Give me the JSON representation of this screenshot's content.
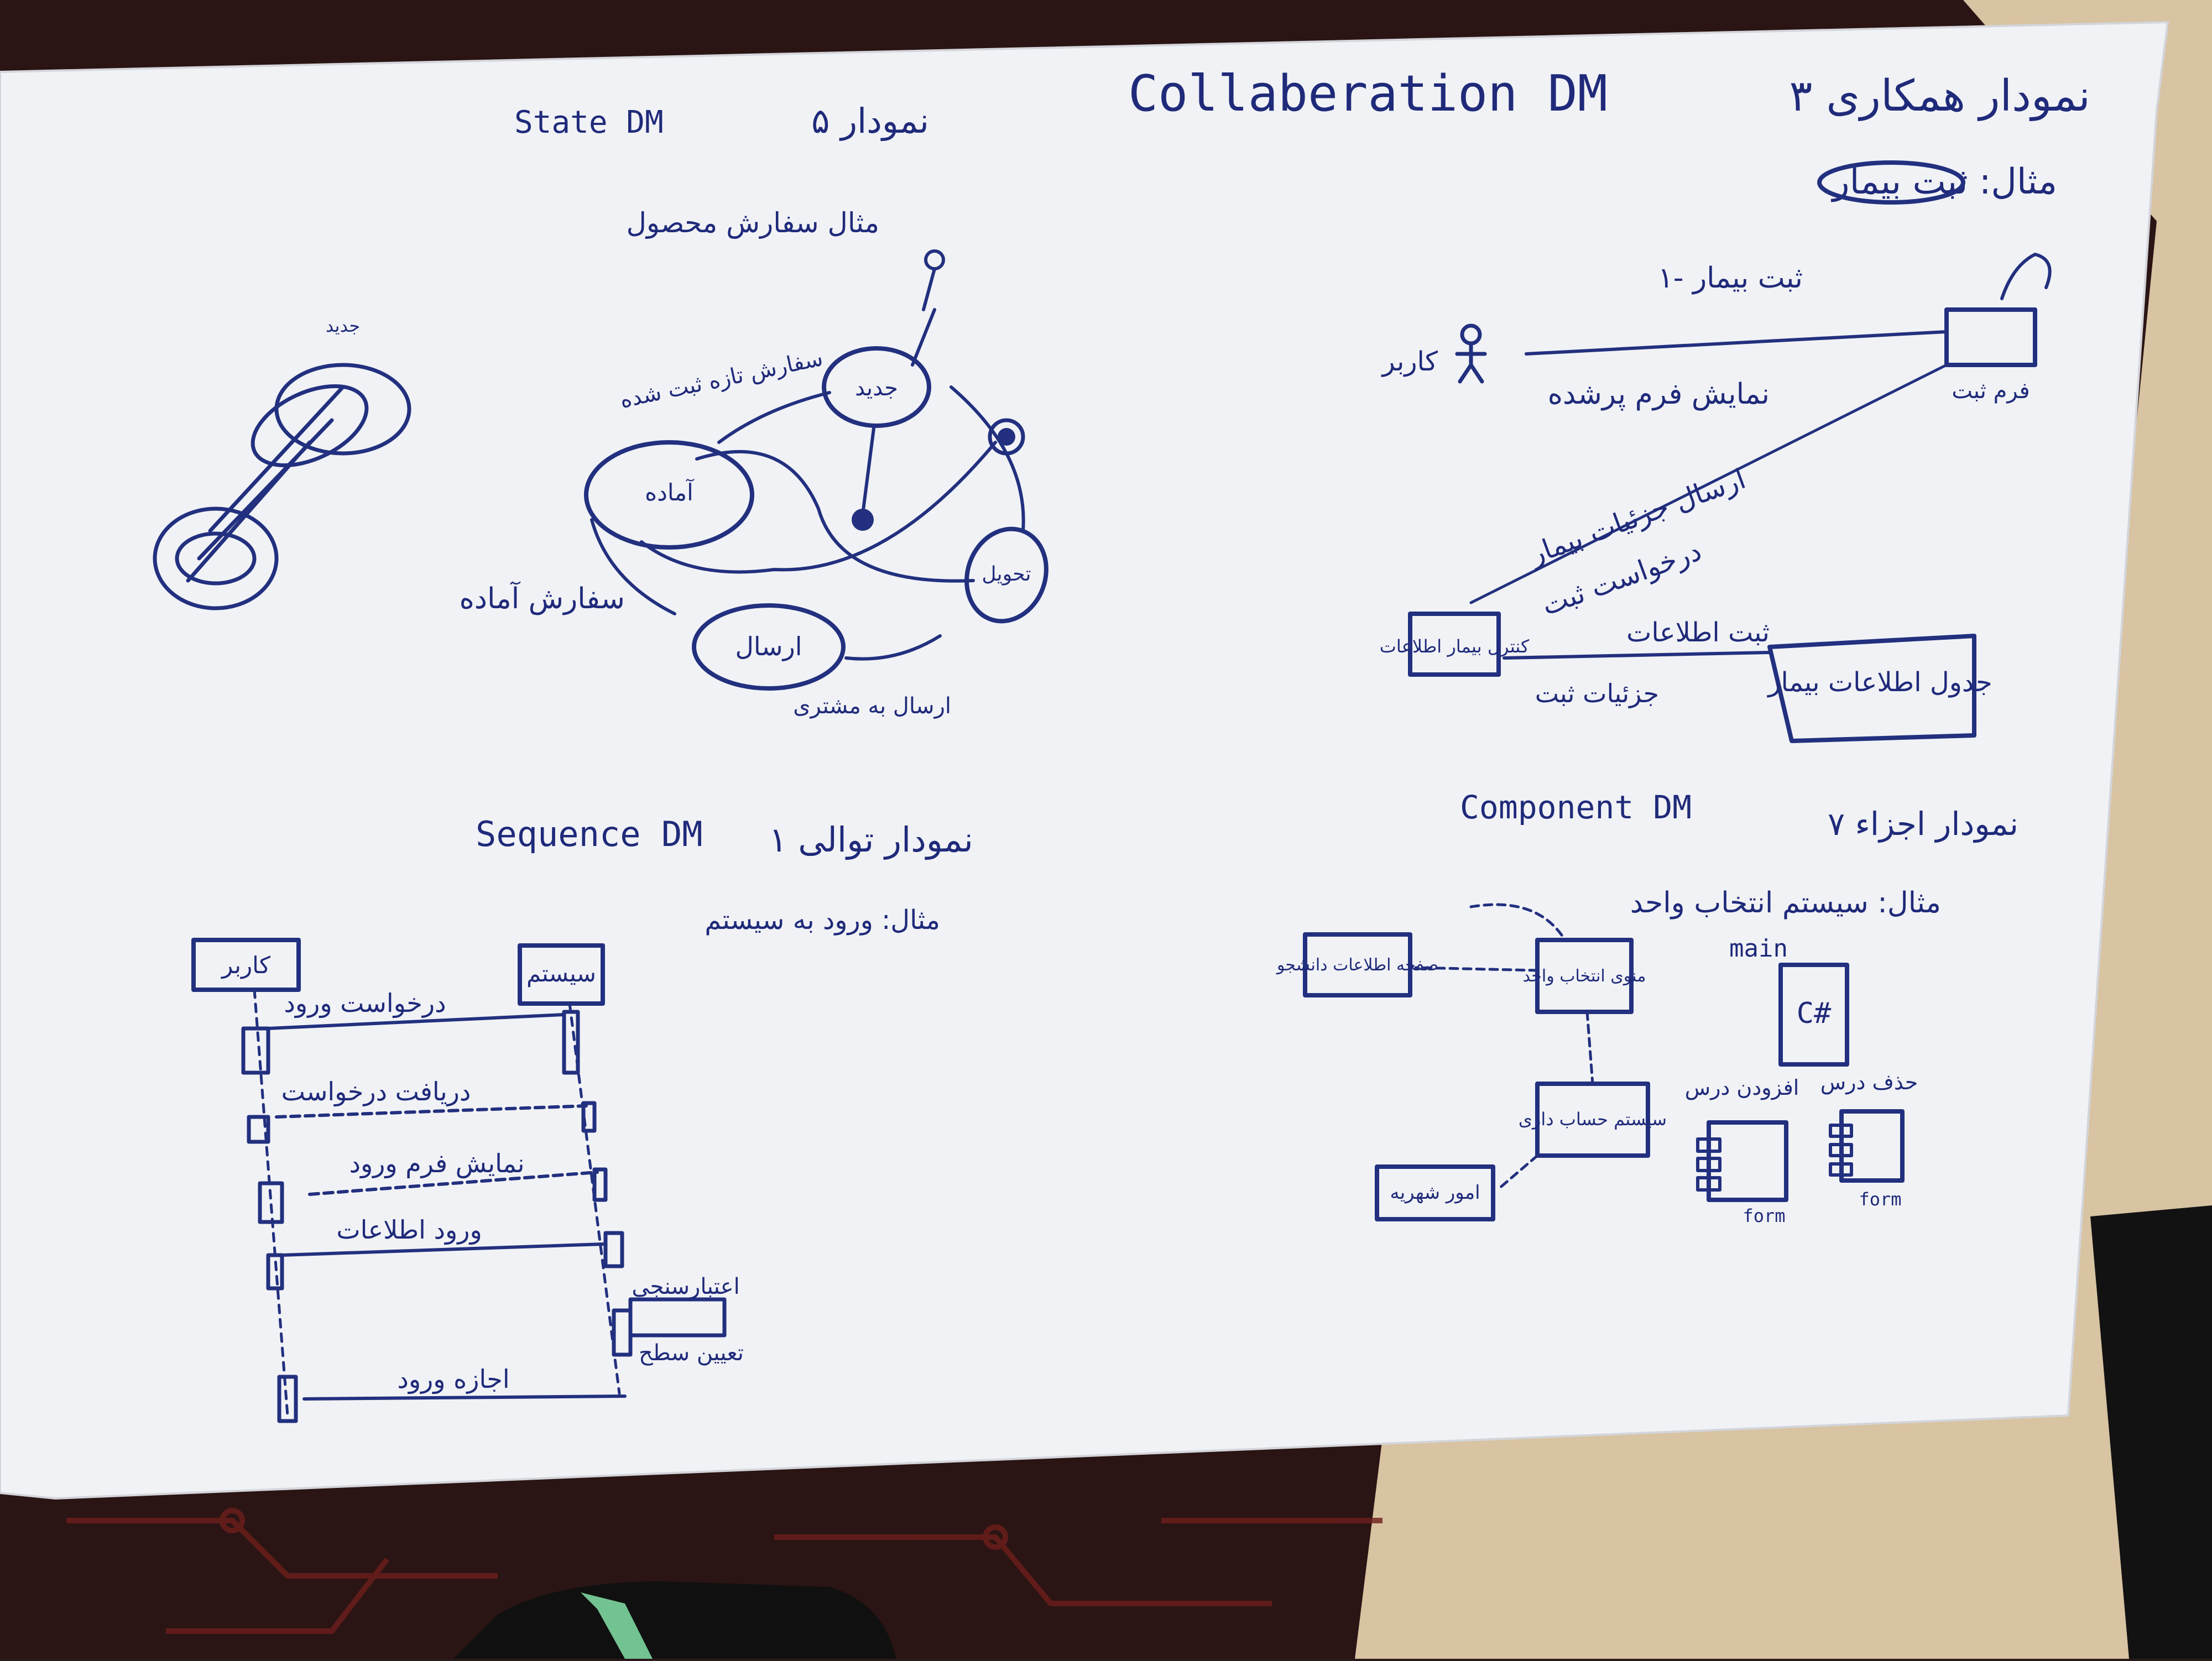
{
  "colors": {
    "paper": "#f2f3f6",
    "ink": "#22307f",
    "desk_wood": "#d9c4a3",
    "mat": "#3a1414",
    "mat_accent": "#c0352a",
    "device_glow": "#7ed6a0"
  },
  "sections": {
    "collaboration": {
      "heading_latin": "Collaberation DM",
      "heading_persian": "۳ نمودار همکاری",
      "example": "مثال: ثبت بیمار",
      "labels": {
        "actor": "کاربر",
        "form": "فرم ثبت",
        "msg1": "۱- ثبت بیمار",
        "msg2": "نمایش فرم پرشده",
        "msg3": "ارسال جزئیات بیمار",
        "msg4": "درخواست ثبت",
        "control": "کنترل بیمار اطلاعات",
        "table": "جدول اطلاعات بیمار",
        "msg5": "ثبت اطلاعات",
        "msg6": "جزئیات ثبت"
      }
    },
    "state": {
      "heading_latin": "State DM",
      "heading_persian": "۵ نمودار",
      "example": "مثال سفارش محصول",
      "labels": {
        "new": "جدید",
        "ready": "آماده",
        "sent": "ارسال",
        "delivered": "تحویل",
        "edge1": "سفارش تازه ثبت شده",
        "edge2": "سفارش آماده",
        "edge3": "ارسال به مشتری",
        "scribble": "جدید"
      }
    },
    "sequence": {
      "heading_latin": "Sequence DM",
      "heading_persian": "۱ نمودار توالی",
      "example": "مثال: ورود به سیستم",
      "lifeline_left": "کاربر",
      "lifeline_right": "سیستم",
      "messages": [
        "درخواست ورود",
        "دریافت درخواست",
        "نمایش فرم ورود",
        "ورود اطلاعات",
        "اعتبارسنجی",
        "تعیین سطح",
        "اجازه ورود"
      ]
    },
    "component": {
      "heading_latin": "Component DM",
      "heading_persian": "۷ نمودار اجزاء",
      "example": "مثال: سیستم انتخاب واحد",
      "labels": {
        "student_info": "صفحه اطلاعات دانشجو",
        "unit_select": "منوی انتخاب واحد",
        "accounting": "سیستم حساب داری",
        "finance": "امور شهریه",
        "main": "main",
        "csharp": "C#",
        "add_course": "افزودن درس",
        "remove_course": "حذف درس",
        "form1": "form",
        "form2": "form"
      }
    }
  }
}
